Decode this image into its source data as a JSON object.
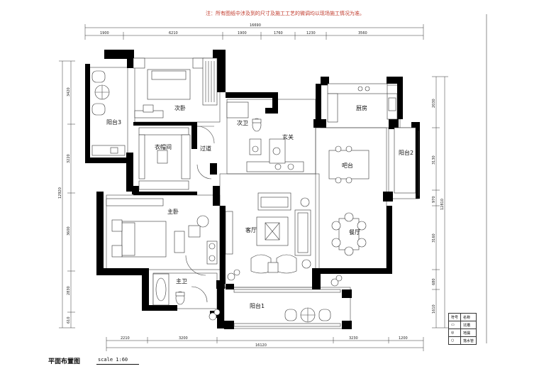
{
  "note": "注：所有图纸中涉及到的尺寸及施工工艺的微调均以现场施工情况为准。",
  "title": "平面布置图",
  "scale": "scale 1:60",
  "rooms": {
    "balcony3": "阳台3",
    "second_bedroom": "次卧",
    "closet": "衣帽间",
    "corridor": "过道",
    "second_bath": "次卫",
    "foyer": "玄关",
    "kitchen": "厨房",
    "bar": "吧台",
    "balcony2": "阳台2",
    "master_bedroom": "主卧",
    "living_room": "客厅",
    "dining_room": "餐厅",
    "master_bath": "主卫",
    "balcony1": "阳台1"
  },
  "dims_top": {
    "total": "16690",
    "segments": [
      "1900",
      "6210",
      "1900",
      "1760",
      "1230",
      "3560"
    ]
  },
  "dims_bottom": {
    "total": "16120",
    "segments": [
      "2210",
      "3200",
      "",
      "3230",
      "1200"
    ]
  },
  "dims_left": {
    "total": "12920",
    "segments": [
      "3420",
      "3220",
      "3600",
      "2830",
      "610"
    ]
  },
  "dims_right": {
    "total": "12810",
    "segments": [
      "2030",
      "3130",
      "970",
      "3160",
      "680",
      "1610"
    ]
  },
  "legend": {
    "header": [
      "符号",
      "名称"
    ],
    "rows": [
      "坑槽",
      "地漏",
      "落水管"
    ]
  }
}
